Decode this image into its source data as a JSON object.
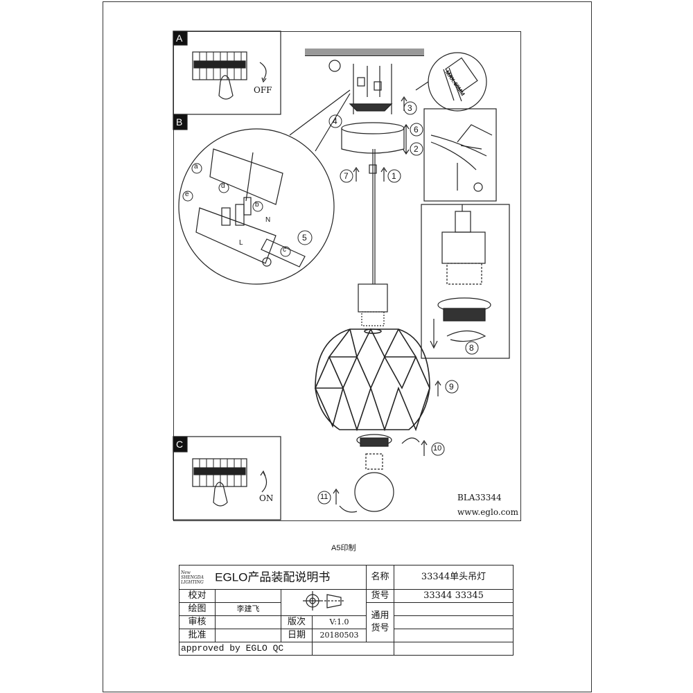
{
  "panels": {
    "a": "A",
    "b": "B",
    "c": "C"
  },
  "switch_labels": {
    "off": "OFF",
    "on": "ON"
  },
  "max_label": "MAX:60MM",
  "steps": [
    "1",
    "2",
    "3",
    "4",
    "5",
    "6",
    "7",
    "8",
    "9",
    "10",
    "11"
  ],
  "wire_labels": [
    "a",
    "b",
    "c",
    "d",
    "e"
  ],
  "terminal_labels": [
    "N",
    "L"
  ],
  "model_code": "BLA33344",
  "website": "www.eglo.com",
  "print_note": "A5印制",
  "title_block": {
    "logo_text": "New SHENGDA LIGHTING",
    "title": "EGLO产品装配说明书",
    "name_label": "名称",
    "name_value": "33344单头吊灯",
    "check_label": "校对",
    "item_no_label": "货号",
    "item_no_value": "33344 33345",
    "drawing_label": "绘图",
    "drawer": "李建飞",
    "general_label": "通用货号",
    "review_label": "审核",
    "version_label": "版次",
    "version_value": "V:1.0",
    "approve_label": "批准",
    "date_label": "日期",
    "date_value": "20180503",
    "approved_by": "approved by EGLO QC"
  }
}
